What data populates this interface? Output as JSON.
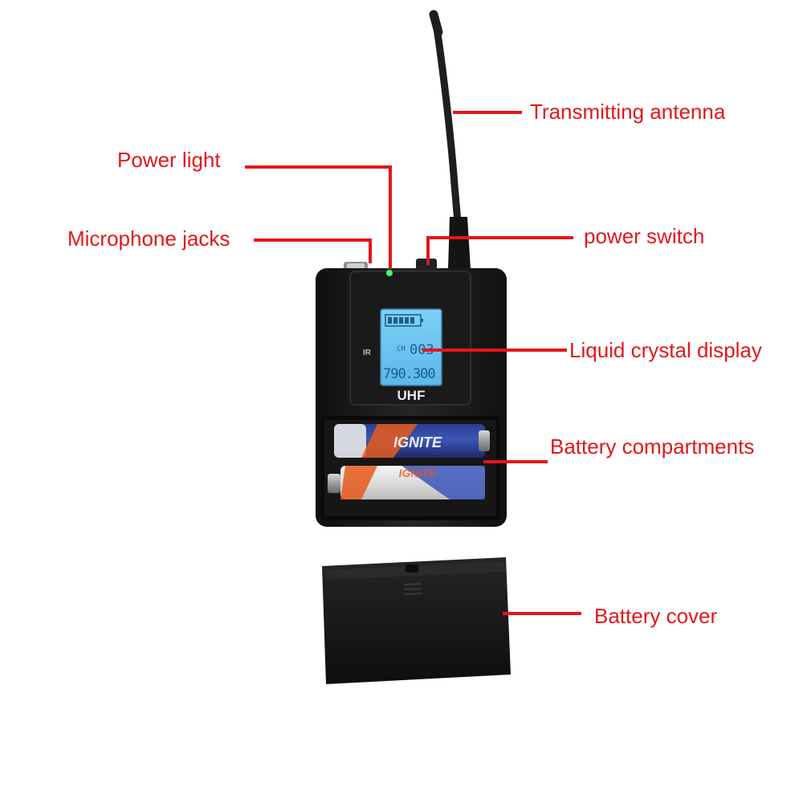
{
  "colors": {
    "callout": "#e3171b",
    "body": "#1b1b1b",
    "lcd": "#6fc6f2",
    "power_led": "#3cff7a"
  },
  "device": {
    "ir_label": "IR",
    "brand_label": "UHF",
    "lcd": {
      "channel_label": "CH",
      "channel_value": "003",
      "frequency": "790.300"
    },
    "batteries": [
      {
        "brand": "IGNITE"
      },
      {
        "brand": "IGNITE"
      }
    ]
  },
  "callouts": {
    "transmitting_antenna": "Transmitting antenna",
    "power_light": "Power light",
    "microphone_jacks": "Microphone jacks",
    "power_switch": "power switch",
    "liquid_crystal_display": "Liquid crystal display",
    "battery_compartments": "Battery compartments",
    "battery_cover": "Battery cover"
  }
}
